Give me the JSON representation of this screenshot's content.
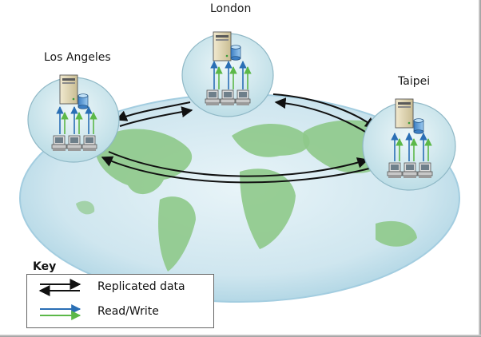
{
  "cities": {
    "london": "London",
    "los_angeles": "Los Angeles",
    "taipei": "Taipei"
  },
  "key": {
    "title": "Key",
    "replicated": "Replicated data",
    "read_write": "Read/Write"
  },
  "colors": {
    "replication_arrow": "#111111",
    "read_write_blue": "#2a6fb5",
    "read_write_green": "#5cb848",
    "site_disc": "#cfe8ee",
    "globe_ocean": "#cde6f0",
    "globe_land": "#8ec98a"
  }
}
